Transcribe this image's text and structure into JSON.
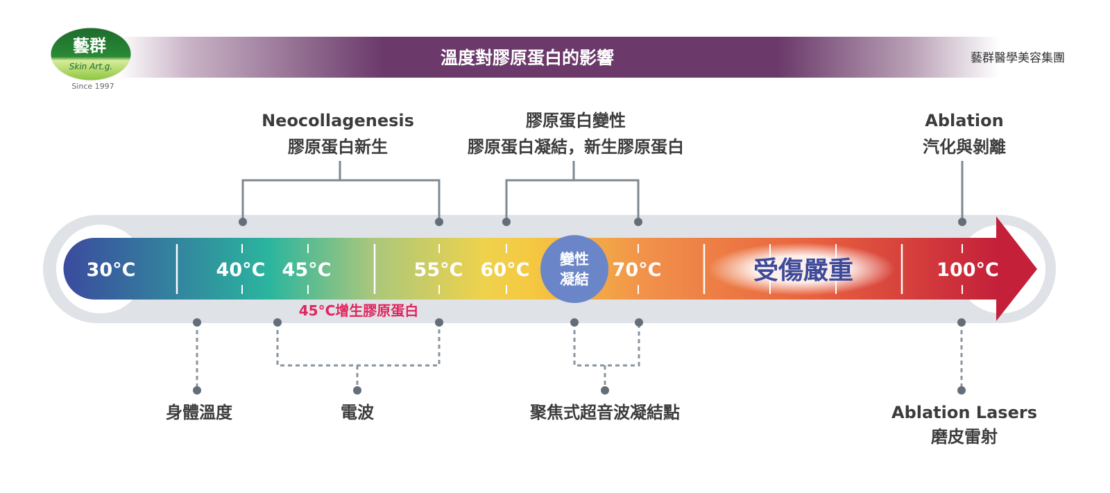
{
  "header": {
    "title": "溫度對膠原蛋白的影響",
    "company": "藝群醫學美容集團",
    "logo": {
      "cn": "藝群",
      "en": "Skin Art.g.",
      "since": "Since 1997"
    }
  },
  "colors": {
    "header_purple": "#6b3a6b",
    "track": "#dfe2e6",
    "accent_red": "#e0245e",
    "circle_blue": "#6b86c8",
    "line_grey": "#7d8892"
  },
  "scale": {
    "t30": "30°C",
    "t40": "40°C",
    "t45": "45°C",
    "t55": "55°C",
    "t60": "60°C",
    "t70": "70°C",
    "t100": "100°C",
    "circle_line1": "變性",
    "circle_line2": "凝結",
    "severe": "受傷嚴重",
    "note45": "45°C增生膠原蛋白"
  },
  "top": {
    "neo_en": "Neocollagenesis",
    "neo_cn": "膠原蛋白新生",
    "denat_1": "膠原蛋白變性",
    "denat_2": "膠原蛋白凝結，新生膠原蛋白",
    "abl_en": "Ablation",
    "abl_cn": "汽化與剝離"
  },
  "bottom": {
    "body": "身體溫度",
    "rf": "電波",
    "hifu": "聚焦式超音波凝結點",
    "laser_en": "Ablation Lasers",
    "laser_cn": "磨皮雷射"
  }
}
